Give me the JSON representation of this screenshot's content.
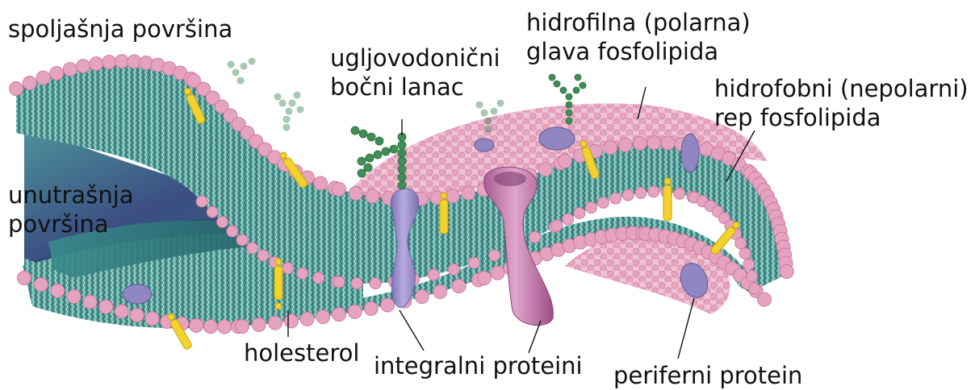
{
  "labels": {
    "outer_surface": "spoljašnja površina",
    "inner_surface": [
      "unutrašnja",
      "površina"
    ],
    "carbohydrate_chain": [
      "ugljovodonični",
      "bočni lanac"
    ],
    "hydrophilic_head": [
      "hidrofilna (polarna)",
      "glava fosfolipida"
    ],
    "hydrophobic_tail": [
      "hidrofobni (nepolarni)",
      "rep fosfolipida"
    ],
    "cholesterol": "holesterol",
    "integral_proteins": "integralni proteini",
    "peripheral_protein": "periferni protein"
  },
  "colors": {
    "head": "#e6a3bf",
    "head_dark": "#c8789c",
    "tail": "#4e9e98",
    "tail_dark": "#2e6f75",
    "cholesterol": "#f2d22e",
    "carbohydrate": "#3e8e55",
    "integral_protein": "#9d8fcc",
    "channel_protein": "#c078ac",
    "peripheral_protein": "#8f86c2",
    "inner_shadow": "#2a3f78"
  }
}
